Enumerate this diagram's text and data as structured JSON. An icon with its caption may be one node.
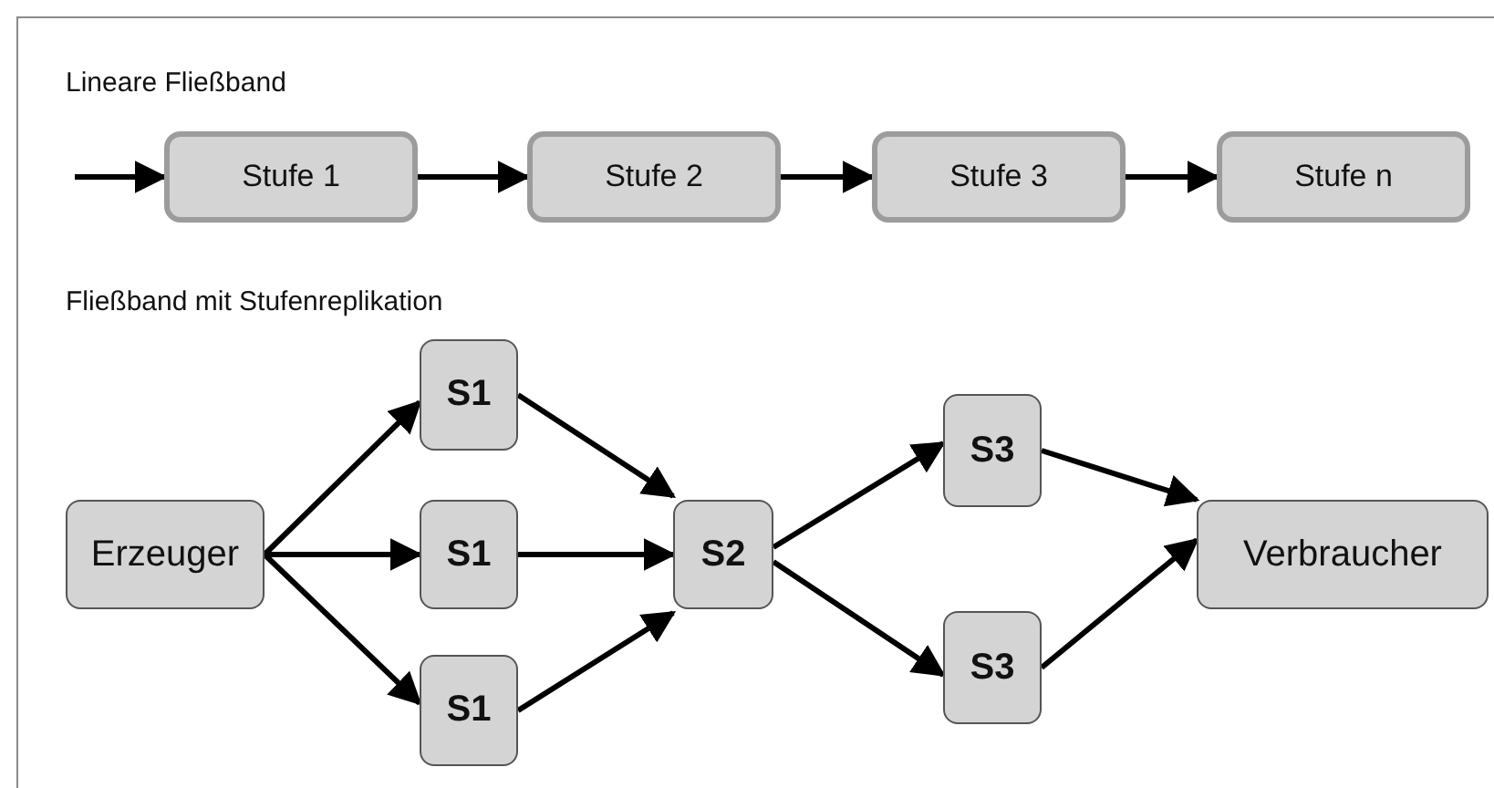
{
  "diagram": {
    "nodes": [
      {
        "text": [
          "Stufe 1"
        ]
      },
      {
        "text": [
          "Stufe 2"
        ]
      },
      {
        "text": [
          "Stufe 3"
        ]
      },
      {
        "text": [
          "Stufe n"
        ]
      },
      {
        "text": [
          "Erzeuger"
        ]
      },
      {
        "text": [
          "S1"
        ]
      },
      {
        "text": [
          "S1"
        ]
      },
      {
        "text": [
          "S1"
        ]
      },
      {
        "text": [
          "S2"
        ]
      },
      {
        "text": [
          "S3"
        ]
      },
      {
        "text": [
          "S3"
        ]
      },
      {
        "text": [
          "Verbraucher"
        ]
      }
    ],
    "edges": [
      {
        "from": null,
        "to": 0,
        "arrow": "to"
      },
      {
        "from": 0,
        "to": 1,
        "arrow": "to"
      },
      {
        "from": 1,
        "to": 2,
        "arrow": "to"
      },
      {
        "from": 2,
        "to": 3,
        "arrow": "to"
      },
      {
        "from": 4,
        "to": 5,
        "arrow": "to"
      },
      {
        "from": 4,
        "to": 6,
        "arrow": "to"
      },
      {
        "from": 4,
        "to": 7,
        "arrow": "to"
      },
      {
        "from": 5,
        "to": 8,
        "arrow": "to"
      },
      {
        "from": 6,
        "to": 8,
        "arrow": "to"
      },
      {
        "from": 7,
        "to": 8,
        "arrow": "to"
      },
      {
        "from": 8,
        "to": 9,
        "arrow": "to"
      },
      {
        "from": 8,
        "to": 10,
        "arrow": "to"
      },
      {
        "from": 9,
        "to": 11,
        "arrow": "to"
      },
      {
        "from": 10,
        "to": 11,
        "arrow": "to"
      }
    ],
    "labels": [
      "Lineare Fließband",
      "Fließband mit Stufenreplikation"
    ]
  }
}
